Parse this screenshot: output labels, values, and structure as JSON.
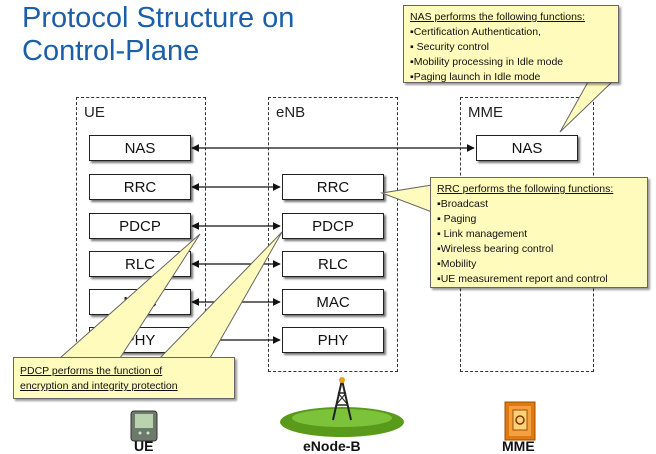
{
  "title": {
    "line1": "Protocol Structure on",
    "line2": "Control-Plane"
  },
  "columns": {
    "ue": "UE",
    "enb": "eNB",
    "mme": "MME"
  },
  "layers": {
    "ue": [
      "NAS",
      "RRC",
      "PDCP",
      "RLC",
      "MAC",
      "PHY"
    ],
    "enb": [
      "RRC",
      "PDCP",
      "RLC",
      "MAC",
      "PHY"
    ],
    "mme": [
      "NAS"
    ]
  },
  "callouts": {
    "nas": {
      "head": "NAS performs the following functions:",
      "items": [
        "▪Certification Authentication,",
        "▪ Security control",
        "▪Mobility processing in Idle mode",
        "▪Paging launch in Idle mode"
      ]
    },
    "rrc": {
      "head": "RRC performs the following functions:",
      "items": [
        "▪Broadcast",
        "▪ Paging",
        "▪ Link management",
        "▪Wireless bearing control",
        "▪Mobility",
        "▪UE measurement report and control"
      ]
    },
    "pdcp": {
      "head": "PDCP performs the function of",
      "line2": "encryption and integrity protection"
    }
  },
  "bottom_labels": {
    "ue": "UE",
    "enb": "eNode-B",
    "mme": "MME"
  },
  "colors": {
    "title": "#1a5fa8",
    "callout_fill": "#fffbbd",
    "ground": "#5a9a1a",
    "mme_icon": "#e07a10"
  }
}
